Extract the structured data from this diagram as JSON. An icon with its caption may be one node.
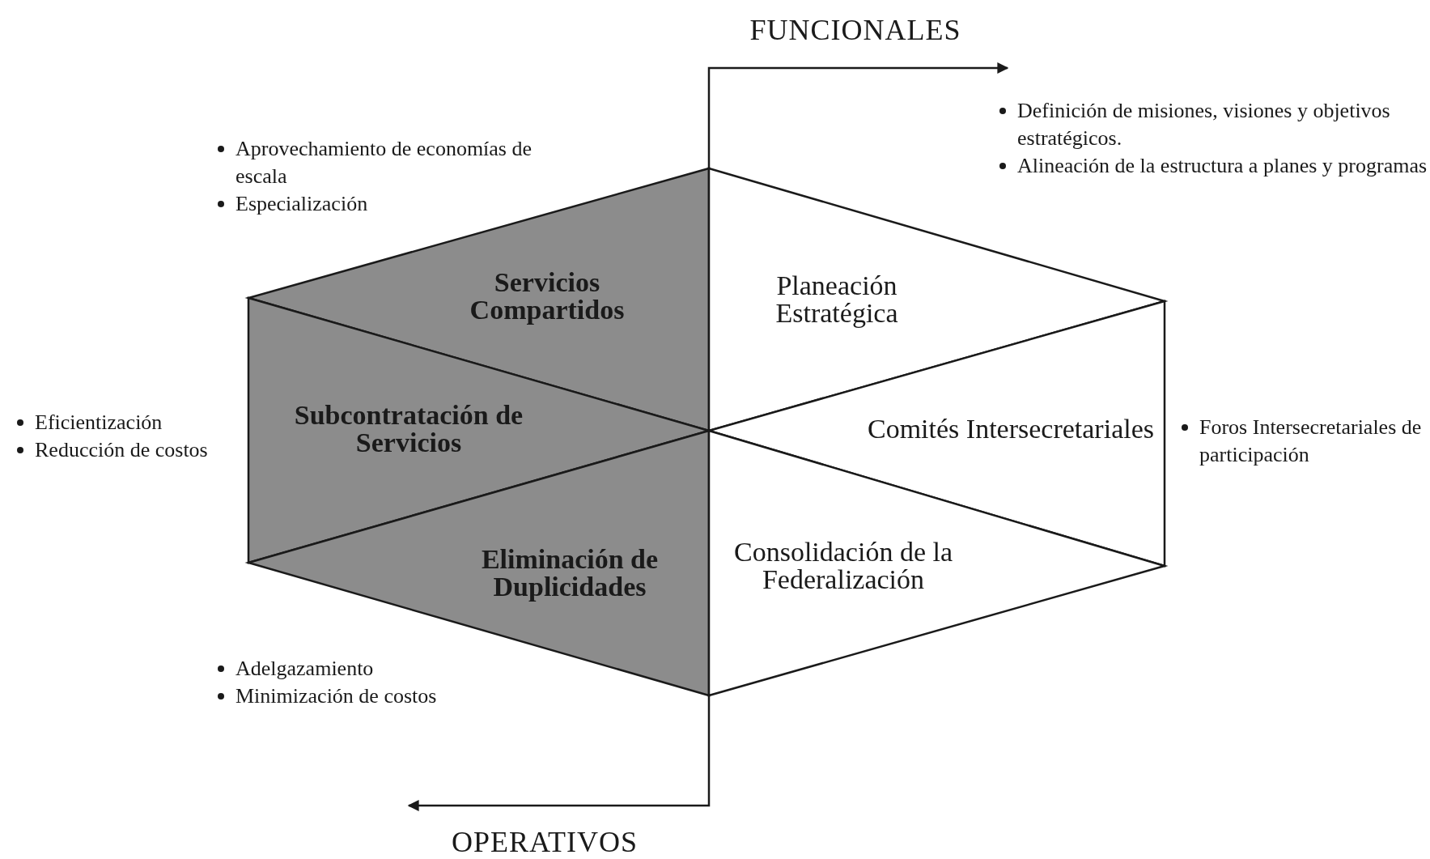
{
  "diagram": {
    "nodes": [
      {
        "text": [
          "Servicios Compartidos"
        ],
        "beside": [
          "Aprovechamiento de economías de escala",
          "Especialización"
        ]
      },
      {
        "text": [
          "Planeación Estratégica"
        ],
        "beside": [
          "Definición de misiones, visiones y objetivos estratégicos.",
          "Alineación de la estructura a planes y programas"
        ]
      },
      {
        "text": [
          "Subcontratación de Servicios"
        ],
        "beside": [
          "Eficientización",
          "Reducción de costos"
        ]
      },
      {
        "text": [
          "Comités Intersecretariales"
        ],
        "beside": [
          "Foros Intersecretariales de participación"
        ]
      },
      {
        "text": [
          "Eliminación de Duplicidades"
        ],
        "beside": [
          "Adelgazamiento",
          "Minimización de costos"
        ]
      },
      {
        "text": [
          "Consolidación de la Federalización"
        ]
      }
    ],
    "labels": [
      "FUNCIONALES",
      "OPERATIVOS"
    ]
  }
}
